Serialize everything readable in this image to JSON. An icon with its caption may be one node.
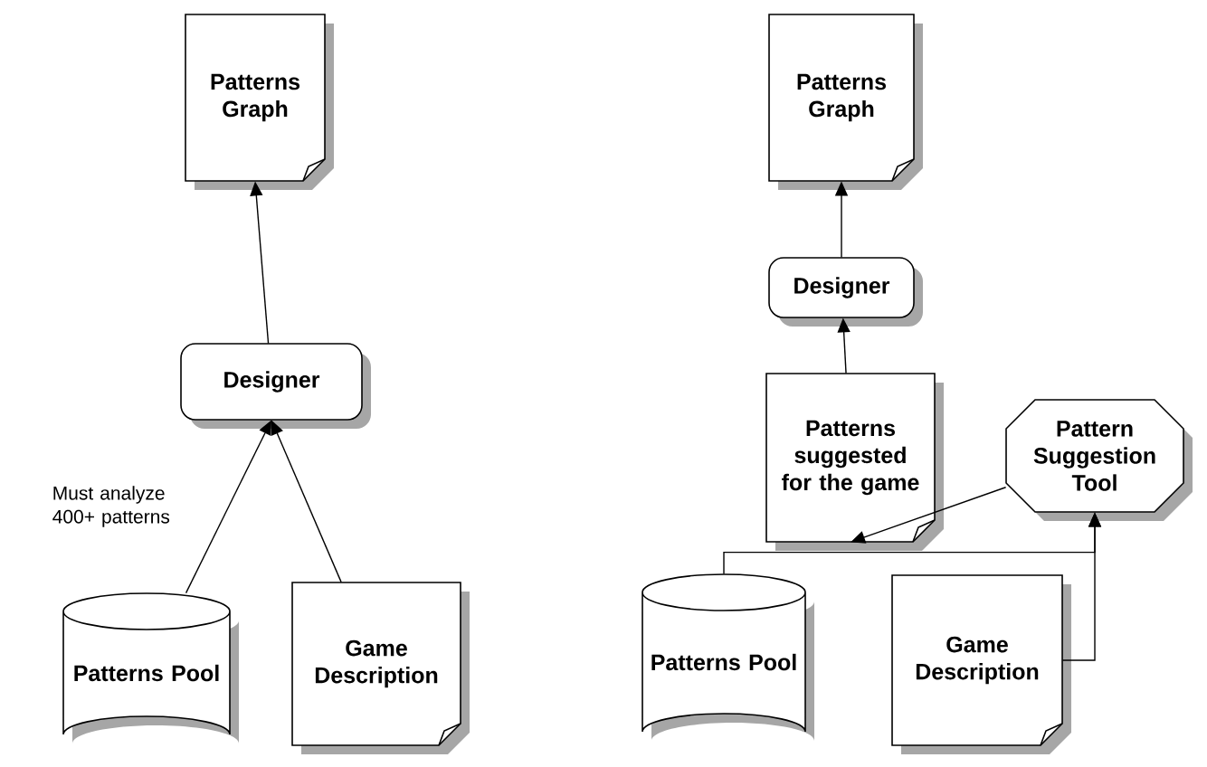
{
  "diagram": {
    "nodes": [
      {
        "text": [
          "Patterns Graph"
        ]
      },
      {
        "text": [
          "Designer"
        ]
      },
      {
        "text": [
          "Patterns Pool"
        ]
      },
      {
        "text": [
          "Game Description"
        ]
      },
      {
        "text": [
          "Patterns Graph"
        ]
      },
      {
        "text": [
          "Designer"
        ]
      },
      {
        "text": [
          "Patterns suggested for the game"
        ]
      },
      {
        "text": [
          "Pattern Suggestion Tool"
        ]
      },
      {
        "text": [
          "Patterns Pool"
        ]
      },
      {
        "text": [
          "Game Description"
        ]
      }
    ],
    "edges": [
      {
        "from": 1,
        "to": 0,
        "arrow": "to"
      },
      {
        "from": 2,
        "to": 1,
        "arrow": "to",
        "label": "Must analyze 400+ patterns"
      },
      {
        "from": 3,
        "to": 1,
        "arrow": "to"
      },
      {
        "from": 5,
        "to": 4,
        "arrow": "to"
      },
      {
        "from": 6,
        "to": 5,
        "arrow": "to"
      },
      {
        "from": 7,
        "to": 6,
        "arrow": "to"
      },
      {
        "from": 8,
        "to": 7,
        "arrow": "to"
      },
      {
        "from": 9,
        "to": 7,
        "arrow": "to"
      }
    ]
  }
}
